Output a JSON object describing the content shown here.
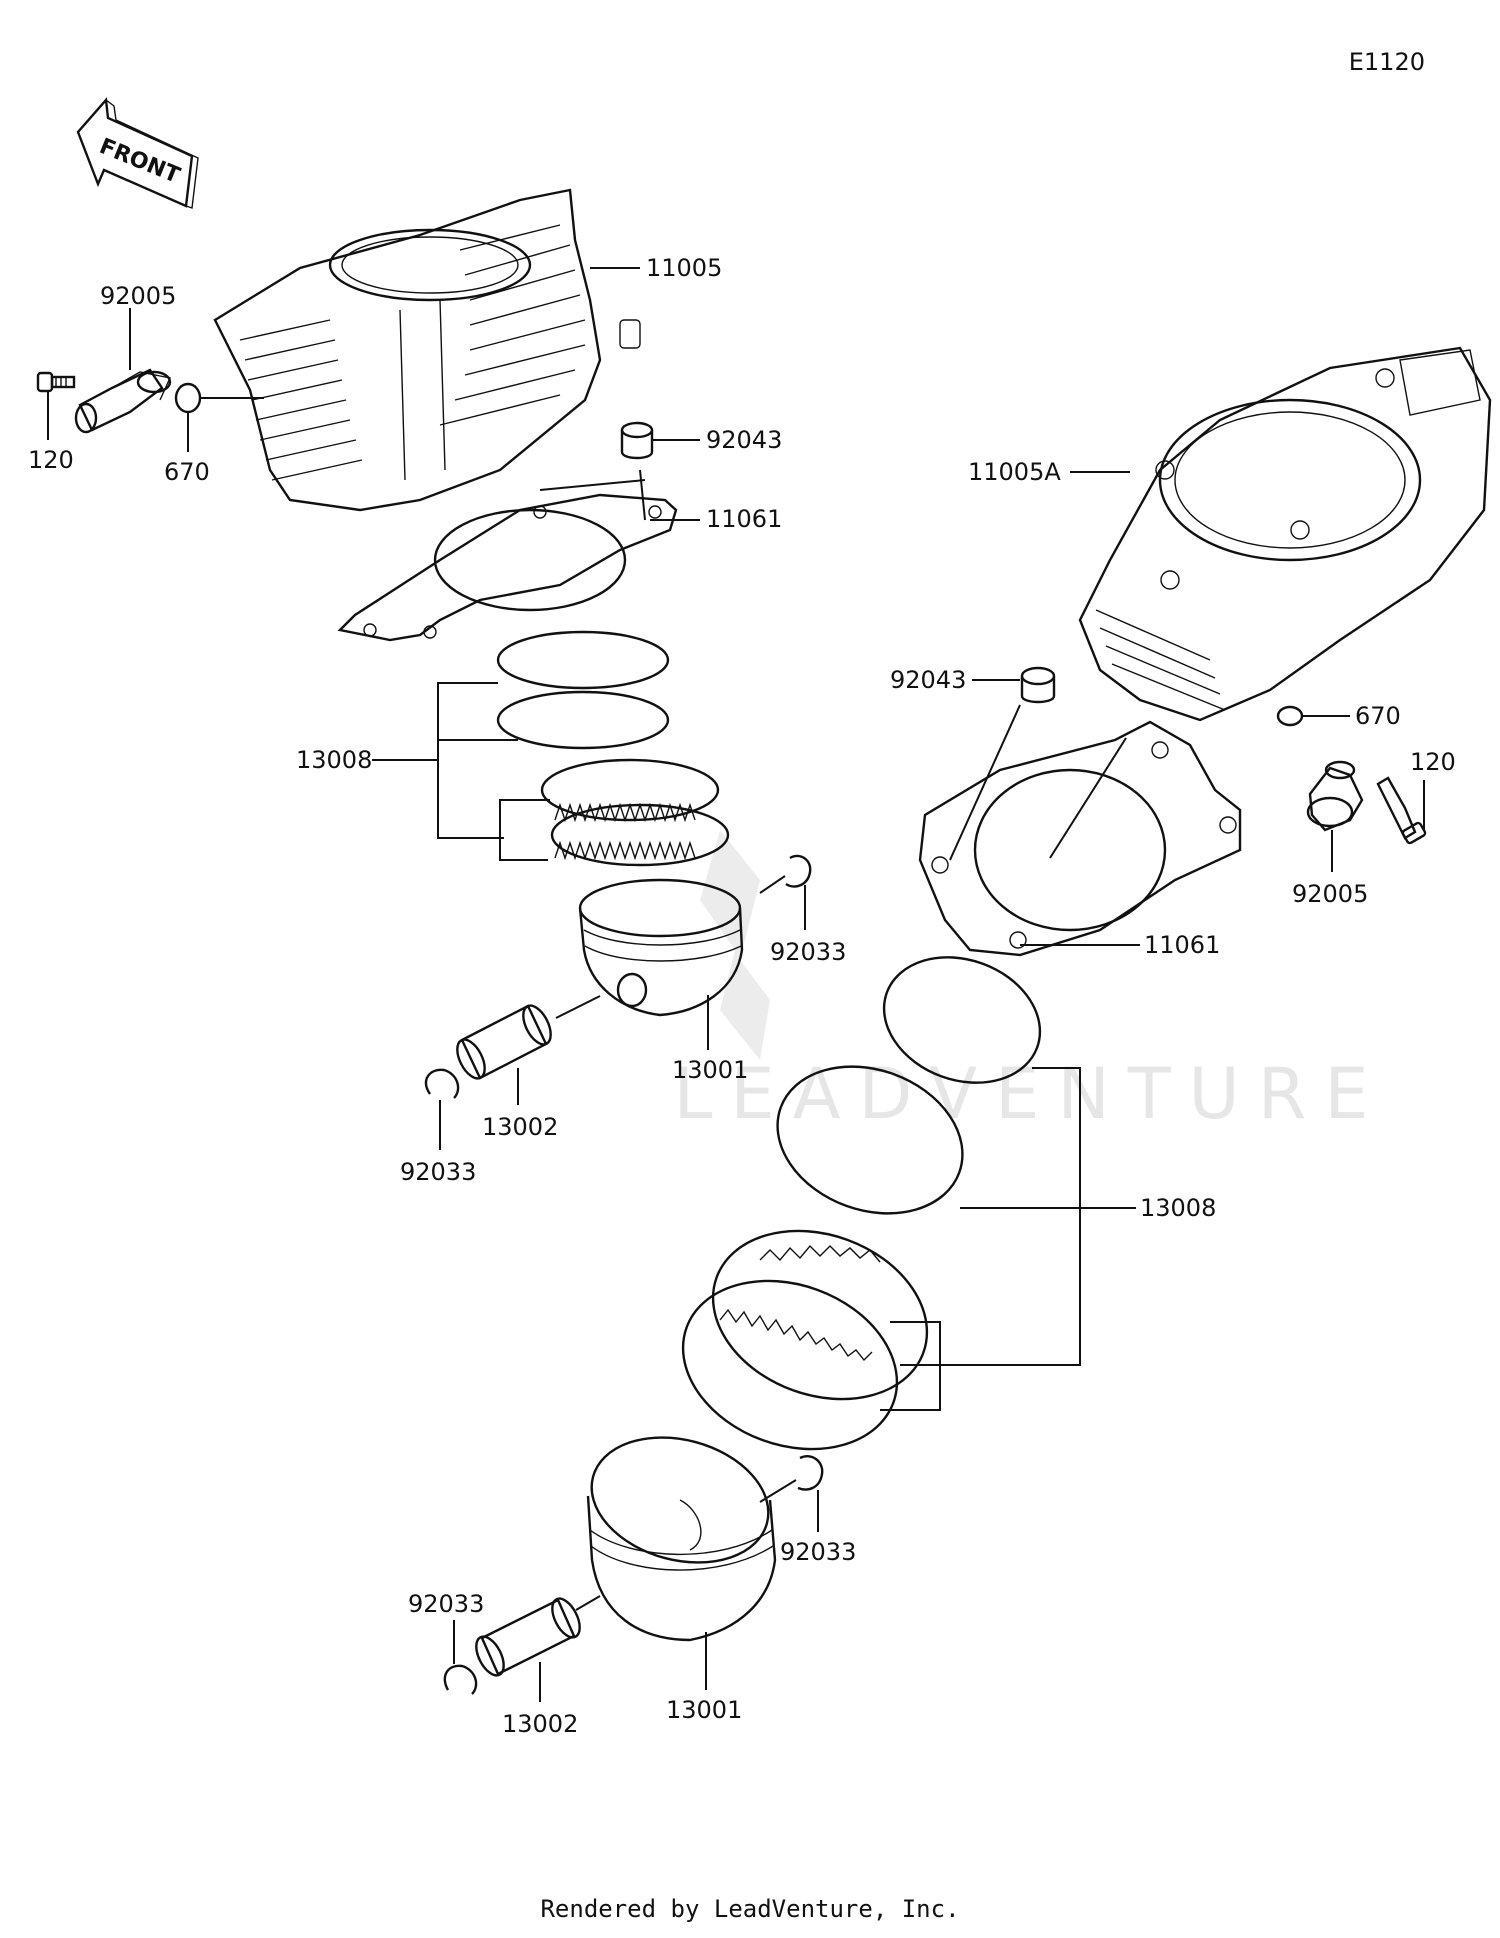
{
  "diagram_code": "E1120",
  "front_label": "FRONT",
  "watermark": "LEADVENTURE",
  "footer": "Rendered by LeadVenture, Inc.",
  "callouts": {
    "c11005": "11005",
    "c92005_left": "92005",
    "c120_left": "120",
    "c670_left": "670",
    "c92043_left": "92043",
    "c11061_left": "11061",
    "c13008_left": "13008",
    "c92033_left_right": "92033",
    "c13001_left": "13001",
    "c13002_left": "13002",
    "c92033_left_left": "92033",
    "c11005A": "11005A",
    "c92043_right": "92043",
    "c670_right": "670",
    "c120_right": "120",
    "c92005_right": "92005",
    "c11061_right": "11061",
    "c13008_right": "13008",
    "c92033_right_right": "92033",
    "c92033_right_left": "92033",
    "c13002_right": "13002",
    "c13001_right": "13001"
  }
}
